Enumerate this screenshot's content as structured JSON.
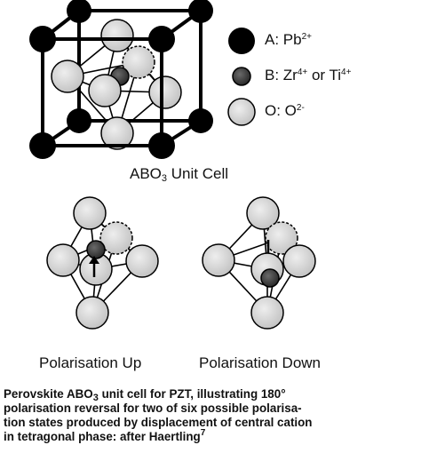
{
  "legend": {
    "a": {
      "prefix": "A: Pb",
      "sup": "2+"
    },
    "b": {
      "prefix": "B: Zr",
      "sup1": "4+",
      "mid": " or Ti",
      "sup2": "4+"
    },
    "o": {
      "prefix": "O: O",
      "sup": "2-"
    }
  },
  "unit_cell_title": {
    "pre": "ABO",
    "sub": "3",
    "post": " Unit Cell"
  },
  "polarisation_up_label": "Polarisation Up",
  "polarisation_down_label": "Polarisation Down",
  "caption": {
    "part1": "Perovskite ABO",
    "sub": "3",
    "part2": " unit cell for PZT, illustrating 180°",
    "line2": "polarisation reversal for two of six possible polarisa-",
    "line3": "tion states produced by displacement of central cation",
    "line4a": "in tetragonal phase: after Haertling",
    "ref": "7"
  },
  "colors": {
    "a_ion": "#000000",
    "b_ion": "#3a3a3a",
    "o_ion": "#d4d4d4",
    "line": "#000000"
  }
}
